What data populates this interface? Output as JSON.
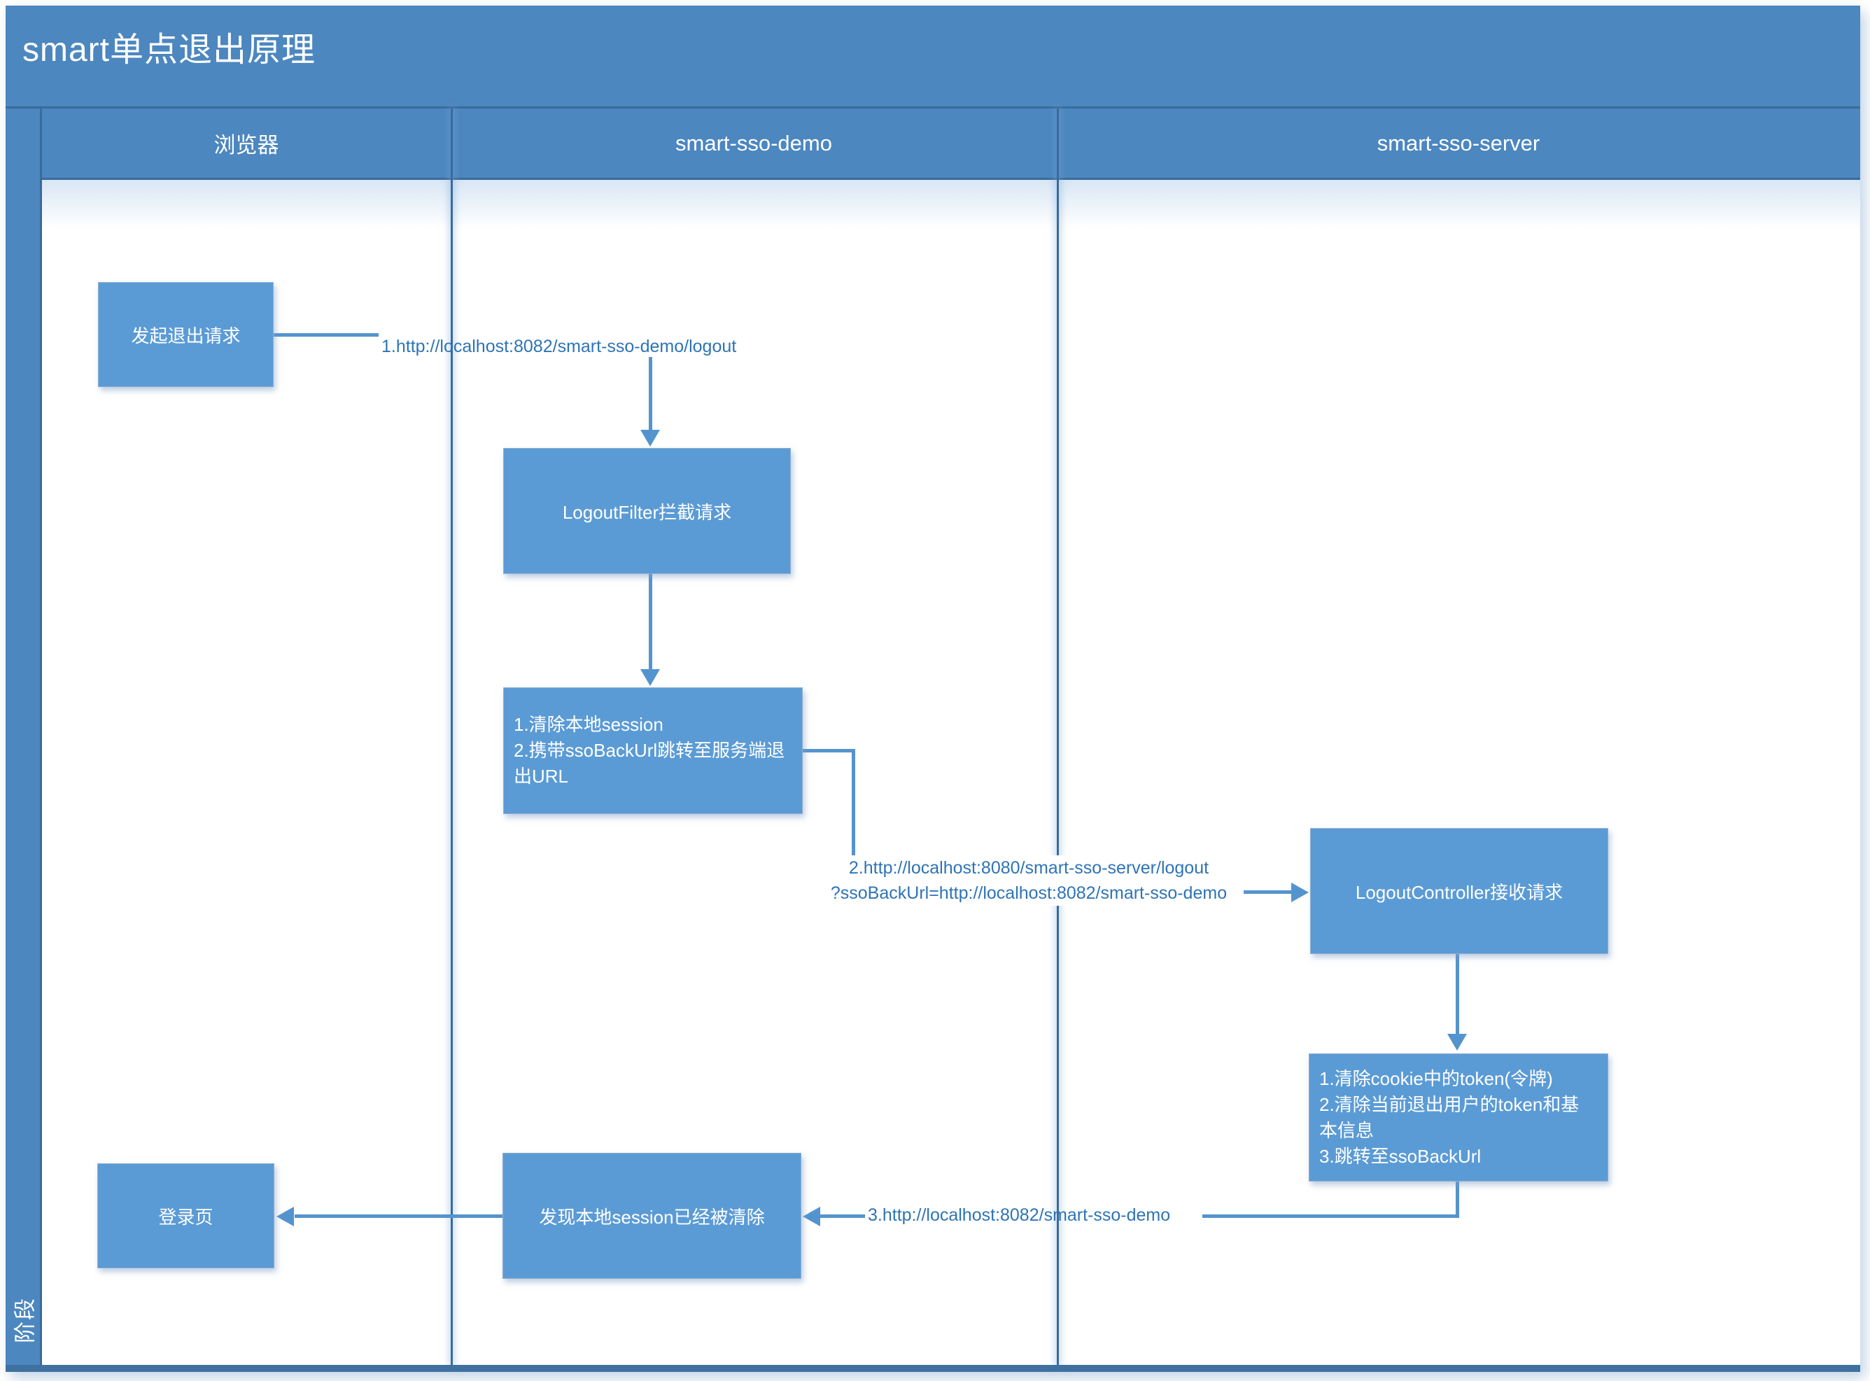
{
  "diagram": {
    "title": "smart单点退出原理",
    "stage_label": "阶段",
    "lanes": {
      "browser": "浏览器",
      "demo": "smart-sso-demo",
      "server": "smart-sso-server"
    },
    "nodes": {
      "logout_request": "发起退出请求",
      "logout_filter": "LogoutFilter拦截请求",
      "clear_session": "1.清除本地session\n2.携带ssoBackUrl跳转至服务端退出URL",
      "logout_controller": "LogoutController接收请求",
      "clear_token": "1.清除cookie中的token(令牌)\n2.清除当前退出用户的token和基本信息\n3.跳转至ssoBackUrl",
      "session_cleared": "发现本地session已经被清除",
      "login_page": "登录页"
    },
    "edges": {
      "step1": "1.http://localhost:8082/smart-sso-demo/logout",
      "step2": "2.http://localhost:8080/smart-sso-server/logout\n?ssoBackUrl=http://localhost:8082/smart-sso-demo",
      "step3": "3.http://localhost:8082/smart-sso-demo"
    },
    "colors": {
      "band_fill": "#4c87bf",
      "node_fill": "#5b9bd5",
      "connector": "#5494ce",
      "border": "#3a6b9b",
      "label_text": "#2e74b5",
      "node_text": "#ffffff"
    }
  }
}
